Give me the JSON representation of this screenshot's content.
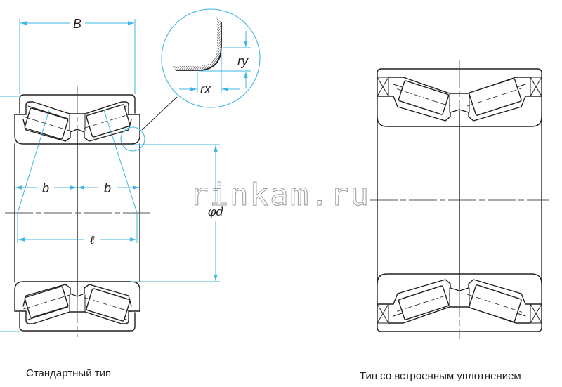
{
  "diagram": {
    "watermark": "rinkam.ru",
    "standard_type": {
      "caption": "Стандартный тип",
      "dimensions": {
        "overall_width": "B",
        "row_width_left": "b",
        "row_width_right": "b",
        "effective_span": "ℓ",
        "bore_diameter": "φd"
      },
      "corner_detail": {
        "chamfer_x": "rx",
        "chamfer_y": "ry"
      }
    },
    "sealed_type": {
      "caption": "Тип со встроенным уплотнением"
    }
  },
  "colors": {
    "dimension_line": "#3db5e6",
    "outline": "#231f20",
    "centerline": "#555555",
    "watermark_stroke": "#9a9a9a",
    "background": "#ffffff"
  }
}
